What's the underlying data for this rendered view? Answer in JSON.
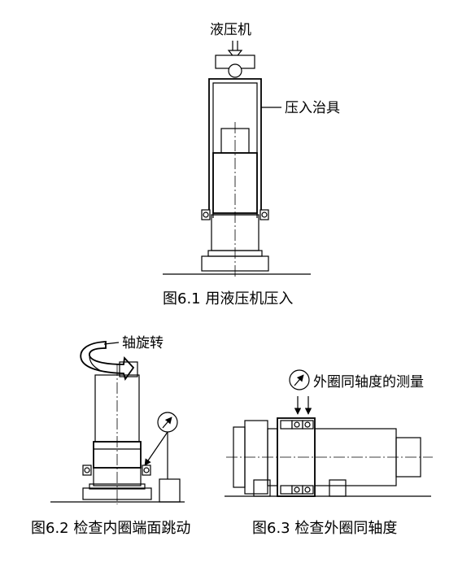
{
  "fig1": {
    "label_press": "液压机",
    "label_fixture": "压入治具",
    "caption": "图6.1 用液压机压入"
  },
  "fig2": {
    "label_rotate": "轴旋转",
    "caption": "图6.2 检查内圈端面跳动"
  },
  "fig3": {
    "label_measure": "外圈同轴度的测量",
    "caption": "图6.3 检查外圈同轴度"
  },
  "icons": [
    "arrow-down-icon",
    "dial-gauge-icon",
    "rotation-arrow-icon",
    "bearing-icon"
  ]
}
